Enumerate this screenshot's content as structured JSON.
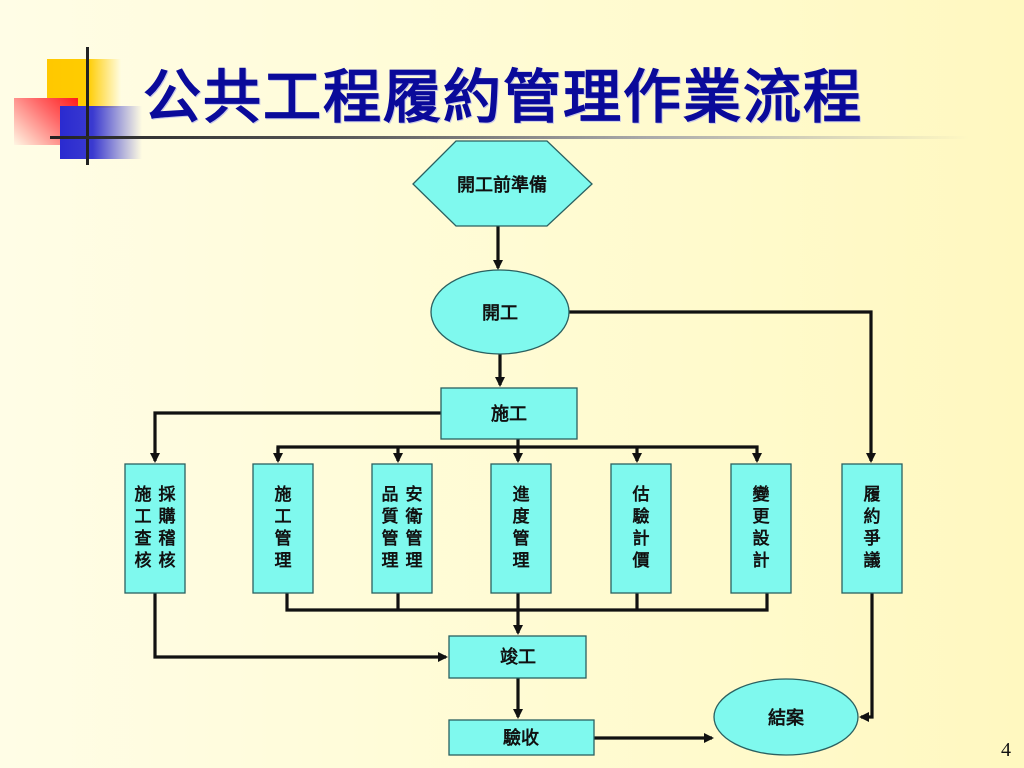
{
  "slide": {
    "title": "公共工程履約管理作業流程",
    "page_number": "4"
  },
  "colors": {
    "title": "#0a0a9a",
    "node_fill": "#7ff9ee",
    "connector": "#111111",
    "background": "#fffbd2"
  },
  "flow": {
    "prep": "開工前準備",
    "start": "開工",
    "construction": "施工",
    "branches": [
      {
        "id": "procurement-audit",
        "columns": [
          "採購稽核",
          "施工查核"
        ]
      },
      {
        "id": "construction-management",
        "columns": [
          "施工管理"
        ]
      },
      {
        "id": "quality-safety",
        "columns": [
          "安衛管理",
          "品質管理"
        ]
      },
      {
        "id": "schedule",
        "columns": [
          "進度管理"
        ]
      },
      {
        "id": "valuation",
        "columns": [
          "估驗計價"
        ]
      },
      {
        "id": "change-design",
        "columns": [
          "變更設計"
        ]
      }
    ],
    "dispute": "履約爭議",
    "completion": "竣工",
    "acceptance": "驗收",
    "closure": "結案"
  }
}
